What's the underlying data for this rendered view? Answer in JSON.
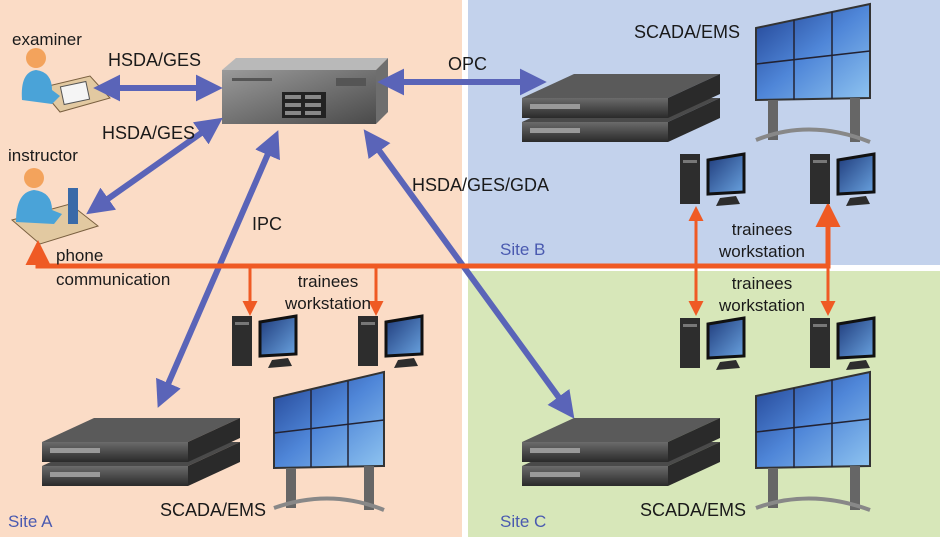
{
  "sites": {
    "a": "Site A",
    "b": "Site B",
    "c": "Site C"
  },
  "roles": {
    "examiner": "examiner",
    "instructor": "instructor",
    "phone_line1": "phone",
    "phone_line2": "communication"
  },
  "links": {
    "examiner_link": "HSDA/GES",
    "instructor_link": "HSDA/GES",
    "opc": "OPC",
    "ipc": "IPC",
    "site_c_link": "HSDA/GES/GDA"
  },
  "systems": {
    "scada_b": "SCADA/EMS",
    "scada_a": "SCADA/EMS",
    "scada_c": "SCADA/EMS"
  },
  "workstations": {
    "a_line1": "trainees",
    "a_line2": "workstation",
    "b_line1": "trainees",
    "b_line2": "workstation",
    "c_line1": "trainees",
    "c_line2": "workstation"
  },
  "colors": {
    "site_a_bg": "#fbdcc6",
    "site_b_bg": "#c3d2ec",
    "site_c_bg": "#d7e7b9",
    "data_link": "#5a64b8",
    "phone_line": "#ef5a24"
  }
}
